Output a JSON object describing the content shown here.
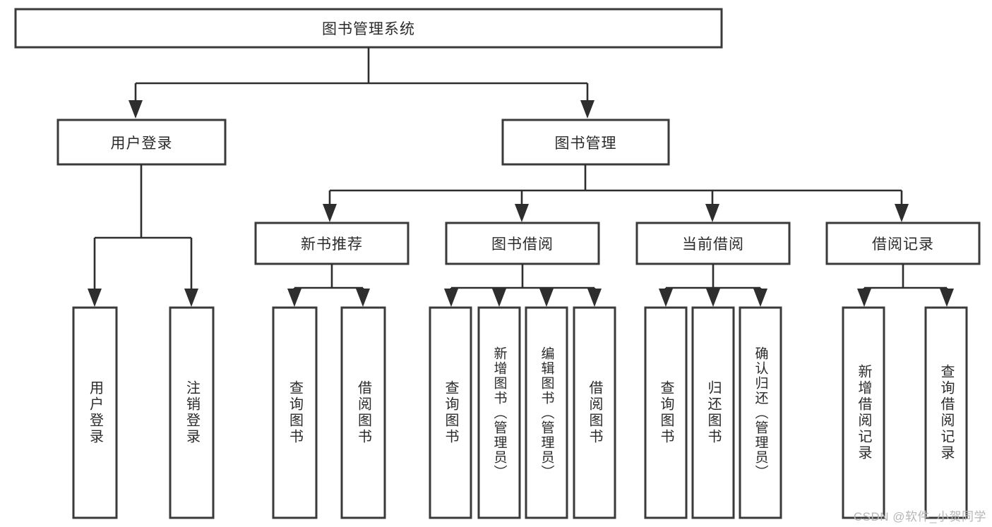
{
  "diagram": {
    "title": "图书管理系统",
    "root": {
      "label": "图书管理系统"
    },
    "level1": [
      {
        "label": "用户登录"
      },
      {
        "label": "图书管理"
      }
    ],
    "level2": [
      {
        "label": "新书推荐"
      },
      {
        "label": "图书借阅"
      },
      {
        "label": "当前借阅"
      },
      {
        "label": "借阅记录"
      }
    ],
    "leaves": [
      {
        "label": "用户登录",
        "parent": "用户登录"
      },
      {
        "label": "注销登录",
        "parent": "用户登录"
      },
      {
        "label": "查询图书",
        "parent": "新书推荐"
      },
      {
        "label": "借阅图书",
        "parent": "新书推荐"
      },
      {
        "label": "查询图书",
        "parent": "图书借阅"
      },
      {
        "label": "新增图书（管理员）",
        "parent": "图书借阅"
      },
      {
        "label": "编辑图书（管理员）",
        "parent": "图书借阅"
      },
      {
        "label": "借阅图书",
        "parent": "图书借阅"
      },
      {
        "label": "查询图书",
        "parent": "当前借阅"
      },
      {
        "label": "归还图书",
        "parent": "当前借阅"
      },
      {
        "label": "确认归还（管理员）",
        "parent": "当前借阅"
      },
      {
        "label": "新增借阅记录",
        "parent": "借阅记录"
      },
      {
        "label": "查询借阅记录",
        "parent": "借阅记录"
      }
    ]
  },
  "watermark": {
    "text": "CSDN @软件_小贺同学"
  },
  "colors": {
    "box_stroke": "#3a3a3a",
    "connector": "#2e2e2e",
    "text": "#2b2b2b",
    "background": "#ffffff",
    "watermark": "#b6b6b6"
  }
}
